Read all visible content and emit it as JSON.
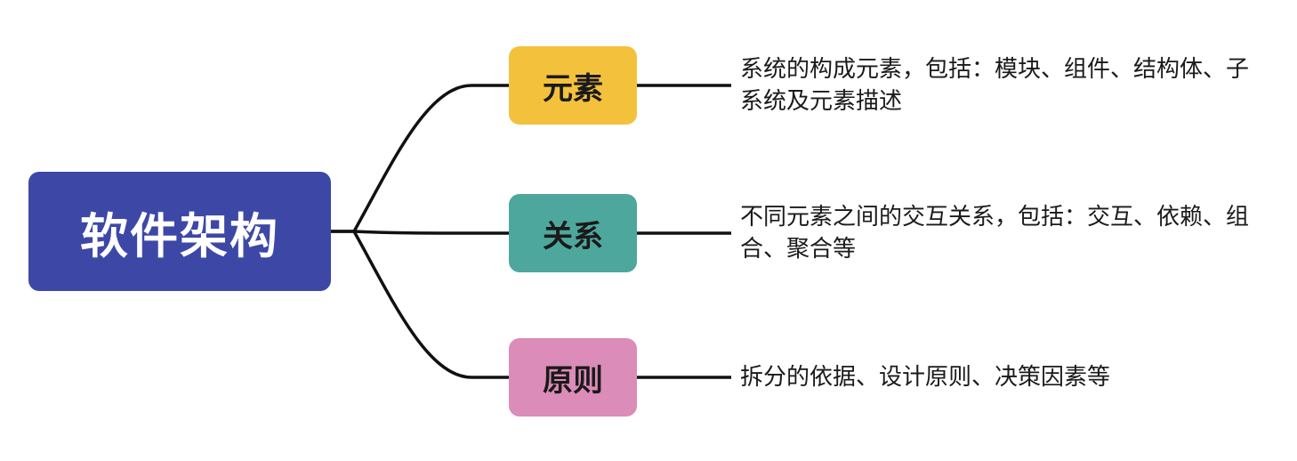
{
  "diagram": {
    "root": {
      "label": "软件架构",
      "color": "#3d48a6",
      "text_color": "#ffffff"
    },
    "branches": [
      {
        "label": "元素",
        "color": "#f4c13d",
        "text_color": "#1a1a1a",
        "description": "系统的构成元素，包括：模块、组件、结构体、子系统及元素描述"
      },
      {
        "label": "关系",
        "color": "#4ea79d",
        "text_color": "#1a1a1a",
        "description": "不同元素之间的交互关系，包括：交互、依赖、组合、聚合等"
      },
      {
        "label": "原则",
        "color": "#dc8cb8",
        "text_color": "#1a1a1a",
        "description": "拆分的依据、设计原则、决策因素等"
      }
    ],
    "line_color": "#111111"
  }
}
